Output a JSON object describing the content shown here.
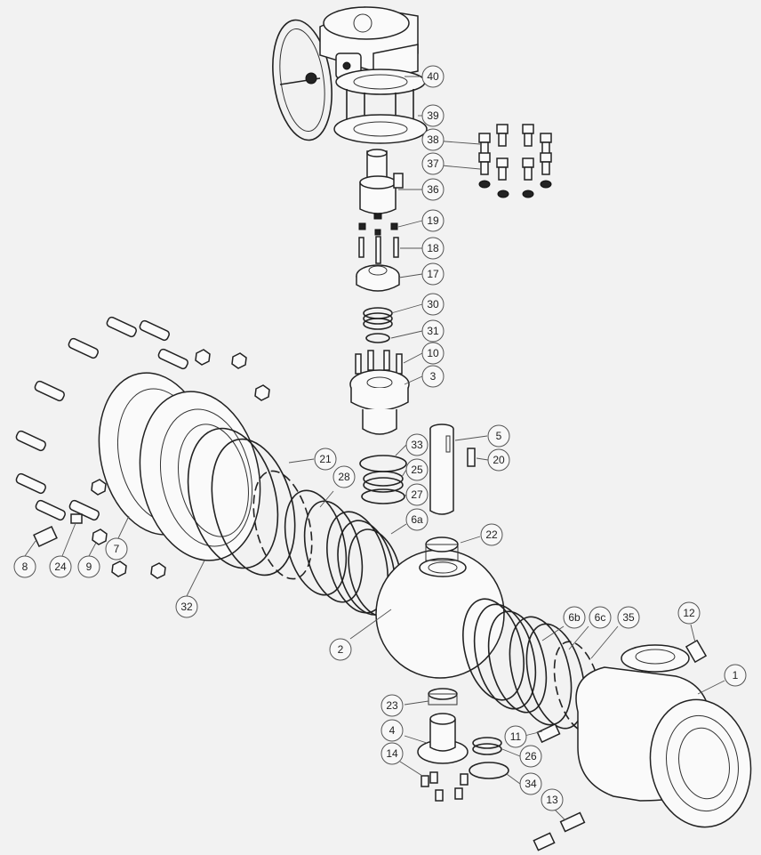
{
  "diagram": {
    "labels": [
      {
        "id": "40",
        "text": "40"
      },
      {
        "id": "39",
        "text": "39"
      },
      {
        "id": "38",
        "text": "38"
      },
      {
        "id": "37",
        "text": "37"
      },
      {
        "id": "36",
        "text": "36"
      },
      {
        "id": "19",
        "text": "19"
      },
      {
        "id": "18",
        "text": "18"
      },
      {
        "id": "17",
        "text": "17"
      },
      {
        "id": "30",
        "text": "30"
      },
      {
        "id": "31",
        "text": "31"
      },
      {
        "id": "10",
        "text": "10"
      },
      {
        "id": "3",
        "text": "3"
      },
      {
        "id": "5",
        "text": "5"
      },
      {
        "id": "20",
        "text": "20"
      },
      {
        "id": "33",
        "text": "33"
      },
      {
        "id": "25",
        "text": "25"
      },
      {
        "id": "27",
        "text": "27"
      },
      {
        "id": "21",
        "text": "21"
      },
      {
        "id": "28",
        "text": "28"
      },
      {
        "id": "6a",
        "text": "6a"
      },
      {
        "id": "22",
        "text": "22"
      },
      {
        "id": "8",
        "text": "8"
      },
      {
        "id": "24",
        "text": "24"
      },
      {
        "id": "9",
        "text": "9"
      },
      {
        "id": "7",
        "text": "7"
      },
      {
        "id": "32",
        "text": "32"
      },
      {
        "id": "2",
        "text": "2"
      },
      {
        "id": "6b",
        "text": "6b"
      },
      {
        "id": "6c",
        "text": "6c"
      },
      {
        "id": "35",
        "text": "35"
      },
      {
        "id": "12",
        "text": "12"
      },
      {
        "id": "1",
        "text": "1"
      },
      {
        "id": "23",
        "text": "23"
      },
      {
        "id": "4",
        "text": "4"
      },
      {
        "id": "26",
        "text": "26"
      },
      {
        "id": "11",
        "text": "11"
      },
      {
        "id": "14",
        "text": "14"
      },
      {
        "id": "34",
        "text": "34"
      },
      {
        "id": "13",
        "text": "13"
      }
    ]
  }
}
